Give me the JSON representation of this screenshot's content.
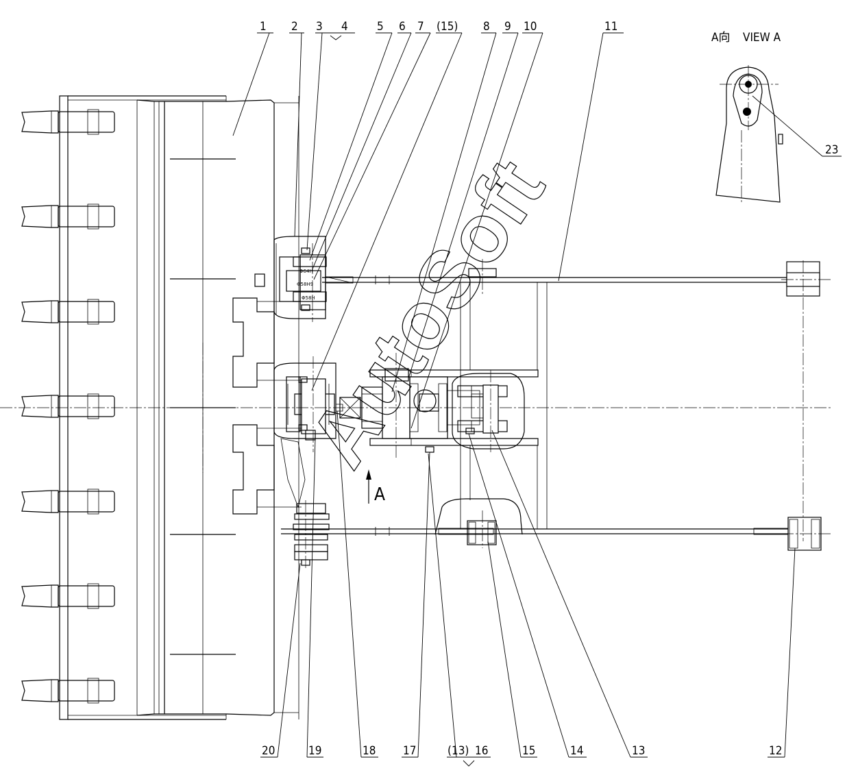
{
  "callouts": {
    "top": [
      "1",
      "2",
      "3",
      "4",
      "5",
      "6",
      "7",
      "(15)",
      "8",
      "9",
      "10",
      "11"
    ],
    "bottom": [
      "20",
      "19",
      "18",
      "17",
      "(13)",
      "16",
      "15",
      "14",
      "13",
      "12"
    ],
    "view": "23"
  },
  "view_label": {
    "cn": "A向",
    "en": "VIEW A"
  },
  "section_marker": "A",
  "dimension_labels": [
    "Φ64H",
    "Φ58H9",
    "Φ58H"
  ],
  "watermark": "AutoSoft"
}
